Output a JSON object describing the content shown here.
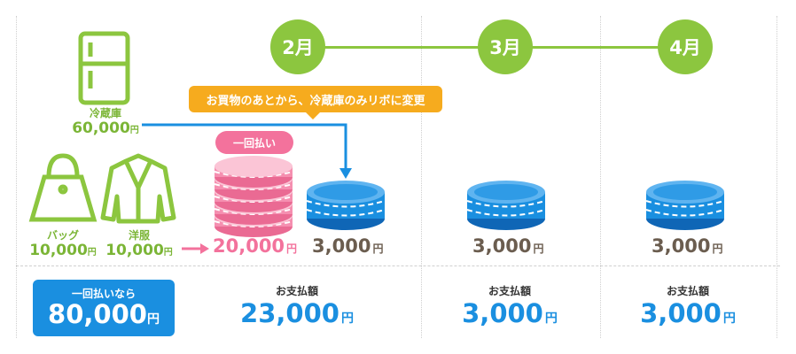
{
  "months": [
    "2月",
    "3月",
    "4月"
  ],
  "callout": "お買物のあとから、冷蔵庫のみリボに変更",
  "items": {
    "fridge": {
      "name": "冷蔵庫",
      "price": "60,000",
      "icon": "refrigerator-icon"
    },
    "bag": {
      "name": "バッグ",
      "price": "10,000",
      "icon": "handbag-icon"
    },
    "clothes": {
      "name": "洋服",
      "price": "10,000",
      "icon": "jacket-icon"
    }
  },
  "yen": "円",
  "lump_badge": "一回払い",
  "amounts": {
    "lump": "20,000",
    "feb_revolving": "3,000",
    "mar": "3,000",
    "apr": "3,000"
  },
  "summary": {
    "label": "一回払いなら",
    "amount": "80,000"
  },
  "payments": {
    "label": "お支払額",
    "feb": "23,000",
    "mar": "3,000",
    "apr": "3,000"
  },
  "colors": {
    "green": "#8cc63f",
    "orange": "#f6ab1e",
    "pink": "#f3729c",
    "blue": "#1a8fe0",
    "brown": "#6b5d4f"
  }
}
